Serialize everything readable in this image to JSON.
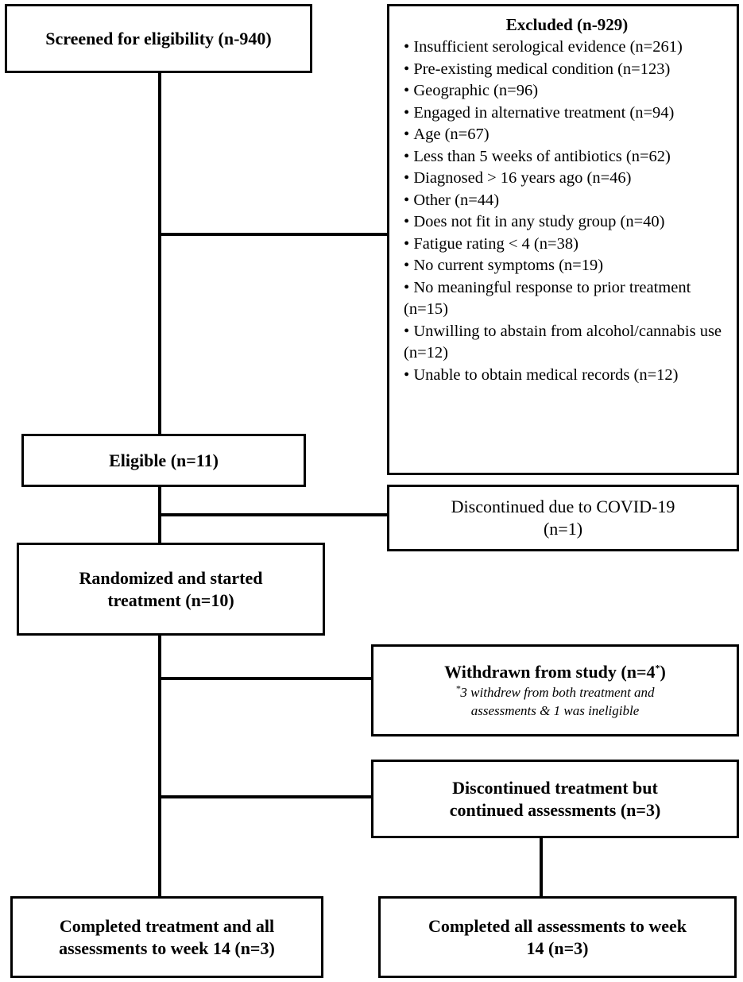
{
  "screened": {
    "label": "Screened for eligibility (n-940)"
  },
  "excluded": {
    "title": "Excluded (n-929)",
    "items": [
      "Insufficient serological evidence (n=261)",
      "Pre-existing medical condition (n=123)",
      "Geographic (n=96)",
      "Engaged in alternative treatment (n=94)",
      "Age (n=67)",
      "Less than 5 weeks of antibiotics (n=62)",
      "Diagnosed > 16 years ago (n=46)",
      "Other (n=44)",
      "Does not fit in any study group (n=40)",
      "Fatigue rating < 4 (n=38)",
      "No current symptoms (n=19)",
      "No meaningful response to prior treatment (n=15)",
      "Unwilling to abstain from alcohol/cannabis use (n=12)",
      "Unable to obtain medical records (n=12)"
    ]
  },
  "eligible": {
    "label": "Eligible (n=11)"
  },
  "covid": {
    "line1": "Discontinued due to COVID-19",
    "line2": "(n=1)"
  },
  "randomized": {
    "line1": "Randomized and started",
    "line2": "treatment (n=10)"
  },
  "withdrawn": {
    "title": "Withdrawn from study (n=4",
    "title_mark": "*",
    "title_close": ")",
    "note_mark": "*",
    "note_line1": "3 withdrew from both treatment and",
    "note_line2": "assessments & 1 was ineligible"
  },
  "discontinued": {
    "line1": "Discontinued treatment but",
    "line2": "continued assessments (n=3)"
  },
  "completed_treatment": {
    "line1": "Completed treatment and all",
    "line2": "assessments to week 14 (n=3)"
  },
  "completed_assessments": {
    "line1": "Completed all assessments to week",
    "line2": "14 (n=3)"
  }
}
